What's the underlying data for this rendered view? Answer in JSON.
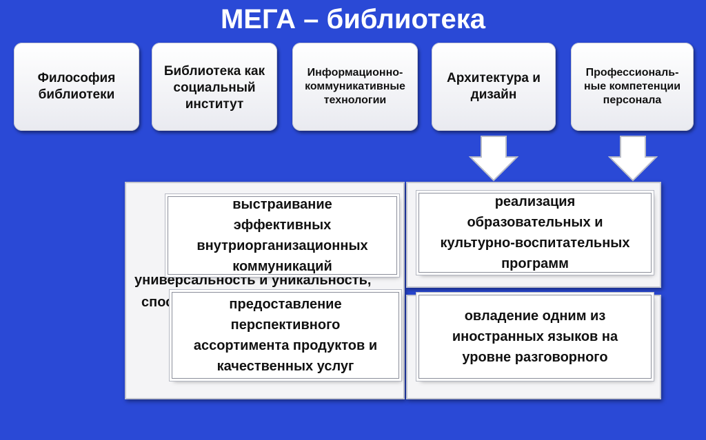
{
  "title": "МЕГА – библиотека",
  "top_boxes": [
    "Философия\nбиблиотеки",
    "Библиотека как\nсоциальный\nинститут",
    "Информационно-\nкоммуникативные\nтехнологии",
    "Архитектура и\nдизайн",
    "Профессиональ-\nные компетенции\nперсонала"
  ],
  "left_panel": {
    "behind_text_1": "универсальность и уникальность,",
    "behind_text_2": "спос",
    "box_top": "выстраивание\nэффективных\nвнутриорганизационных\nкоммуникаций",
    "box_bottom": "предоставление\nперспективного\nассортимента продуктов и\nкачественных услуг"
  },
  "right_panel": {
    "box_top": "реализация\nобразовательных и\nкультурно-воспитательных\nпрограмм",
    "box_bottom": "овладение одним из\nиностранных языков на\nуровне разговорного"
  },
  "colors": {
    "background": "#2a49d6",
    "box_fill": "#ffffff"
  }
}
